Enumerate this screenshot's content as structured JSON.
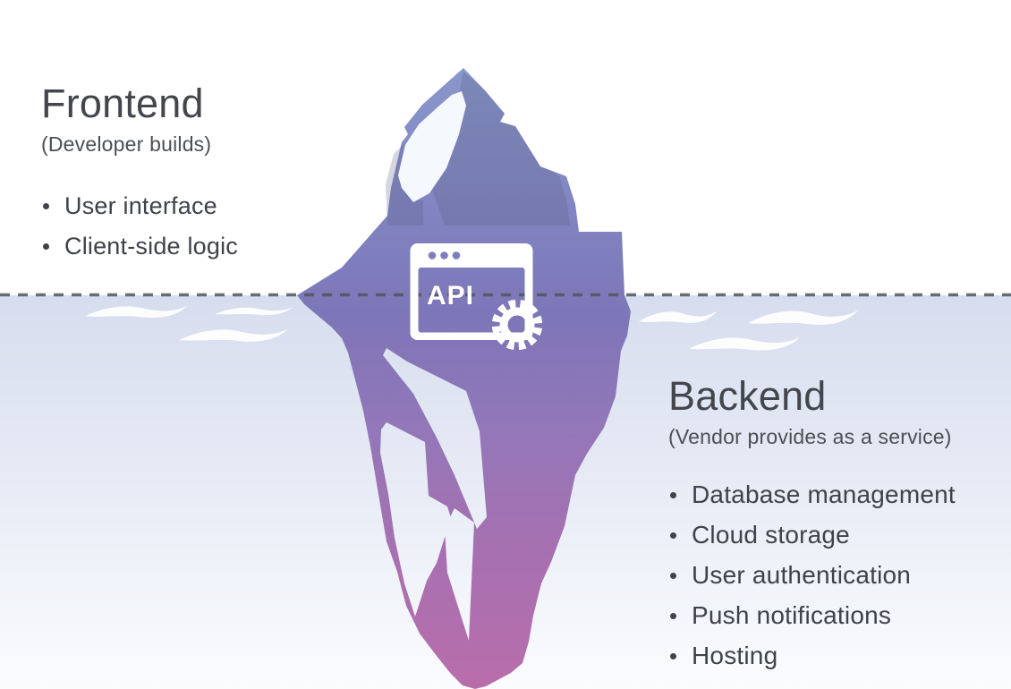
{
  "frontend": {
    "title": "Frontend",
    "subtitle": "(Developer builds)",
    "items": [
      {
        "label": "User interface"
      },
      {
        "label": "Client-side logic"
      }
    ]
  },
  "backend": {
    "title": "Backend",
    "subtitle": "(Vendor provides as a service)",
    "items": [
      {
        "label": "Database management"
      },
      {
        "label": "Cloud storage"
      },
      {
        "label": "User authentication"
      },
      {
        "label": "Push notifications"
      },
      {
        "label": "Hosting"
      }
    ]
  },
  "api_window": {
    "label": "API"
  },
  "colors": {
    "iceberg_top": "#8997cb",
    "iceberg_waterline": "#7d76b8",
    "iceberg_bottom": "#b96dab",
    "water_top": "#d6ddee",
    "water_bottom": "#fbfcfe",
    "dashed_line": "#50555d",
    "text": "#43464c",
    "wave": "#ffffff"
  }
}
